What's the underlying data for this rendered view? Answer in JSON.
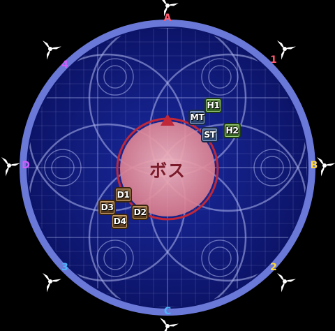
{
  "arena": {
    "boss_label": "ボス",
    "boss_facing": "north"
  },
  "waymarks": [
    {
      "id": "A",
      "label": "A",
      "color": "#ff5a6e"
    },
    {
      "id": "B",
      "label": "B",
      "color": "#ffd83a"
    },
    {
      "id": "C",
      "label": "C",
      "color": "#4fb4ff"
    },
    {
      "id": "D",
      "label": "D",
      "color": "#d45cff"
    },
    {
      "id": "1",
      "label": "1",
      "color": "#ff5a6e"
    },
    {
      "id": "2",
      "label": "2",
      "color": "#ffd83a"
    },
    {
      "id": "3",
      "label": "3",
      "color": "#4fb4ff"
    },
    {
      "id": "4",
      "label": "4",
      "color": "#d45cff"
    }
  ],
  "party": [
    {
      "label": "H1",
      "role": "healer"
    },
    {
      "label": "MT",
      "role": "tank"
    },
    {
      "label": "ST",
      "role": "tank"
    },
    {
      "label": "H2",
      "role": "healer"
    },
    {
      "label": "D1",
      "role": "dps"
    },
    {
      "label": "D3",
      "role": "dps"
    },
    {
      "label": "D2",
      "role": "dps"
    },
    {
      "label": "D4",
      "role": "dps"
    }
  ],
  "colors": {
    "arena_fill": "#101a7a",
    "arena_rim": "#6a78d8",
    "boss_fill": "#e69aa6",
    "boss_ring": "#c0283a"
  }
}
